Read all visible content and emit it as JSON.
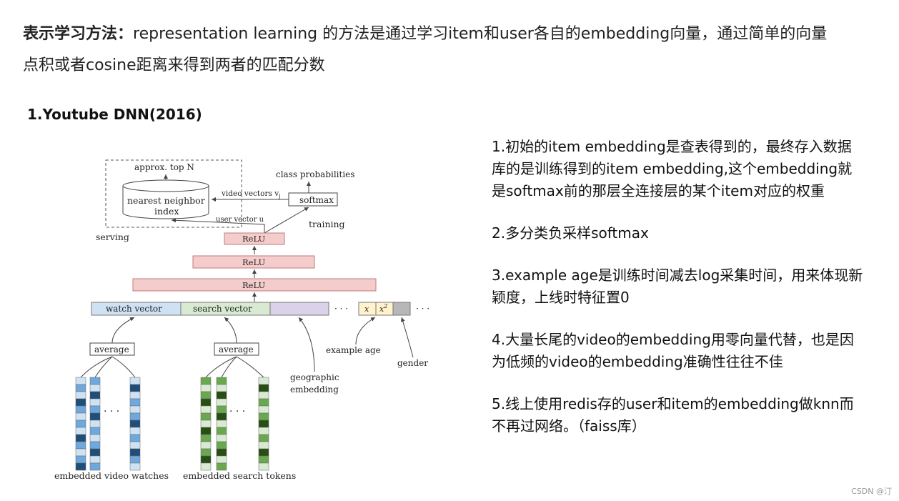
{
  "headline": {
    "bold": "表示学习方法",
    "colon": "：",
    "line1": "representation learning 的方法是通过学习item和user各自的embedding向量，通过简单的向量",
    "line2": "点积或者cosine距离来得到两者的匹配分数"
  },
  "section_title": "1.Youtube DNN(2016)",
  "diagram": {
    "approx_top": "approx. top N",
    "class_probabilities": "class probabilities",
    "nearest_line1": "nearest neighbor",
    "nearest_line2": "index",
    "video_vectors": "video vectors v",
    "video_vectors_sub": "j",
    "softmax": "softmax",
    "user_vector": "user vector u",
    "serving": "serving",
    "training": "training",
    "relu": "ReLU",
    "watch_vector": "watch vector",
    "search_vector": "search vector",
    "dots": "· · ·",
    "x_label": "x",
    "x2_label": "x",
    "x2_sup": "2",
    "average": "average",
    "example_age": "example age",
    "gender": "gender",
    "geographic_line1": "geographic",
    "geographic_line2": "embedding",
    "embedded_video_watches": "embedded video watches",
    "embedded_search_tokens": "embedded search tokens",
    "colors": {
      "blue_light": "#cfe2f3",
      "blue_mid": "#6fa8dc",
      "blue_dark": "#1f4e79",
      "green_light": "#d9ead3",
      "green_mid": "#6aa84f",
      "green_dark": "#274e13",
      "relu_fill": "#f4cccc",
      "relu_stroke": "#c27b7b",
      "purple_fill": "#d9d2e9",
      "yellow_fill": "#fff2cc",
      "grey_fill": "#b7b7b7"
    }
  },
  "notes": [
    "1.初始的item embedding是查表得到的，最终存入数据库的是训练得到的item embedding,这个embedding就是softmax前的那层全连接层的某个item对应的权重",
    "2.多分类负采样softmax",
    "3.example age是训练时间减去log采集时间，用来体现新颖度，上线时特征置0",
    "4.大量长尾的video的embedding用零向量代替，也是因为低频的video的embedding准确性往往不佳",
    "5.线上使用redis存的user和item的embedding做knn而不再过网络。（faiss库）"
  ],
  "watermark": "CSDN @汀"
}
